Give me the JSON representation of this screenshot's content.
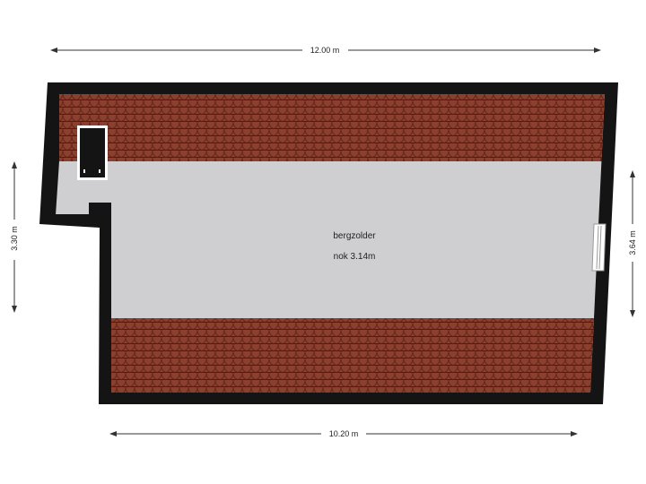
{
  "plan": {
    "dimensions": {
      "top": "12.00 m",
      "bottom": "10.20 m",
      "left": "3.30 m",
      "right": "3.64 m"
    },
    "room": {
      "name": "bergzolder",
      "ridge": "nok 3.14m"
    }
  },
  "colors": {
    "wall": "#141414",
    "floor": "#cfcfd1",
    "roof_tile": "#8a3f2f",
    "roof_line": "#4d1d14",
    "dimension_line": "#333333"
  }
}
